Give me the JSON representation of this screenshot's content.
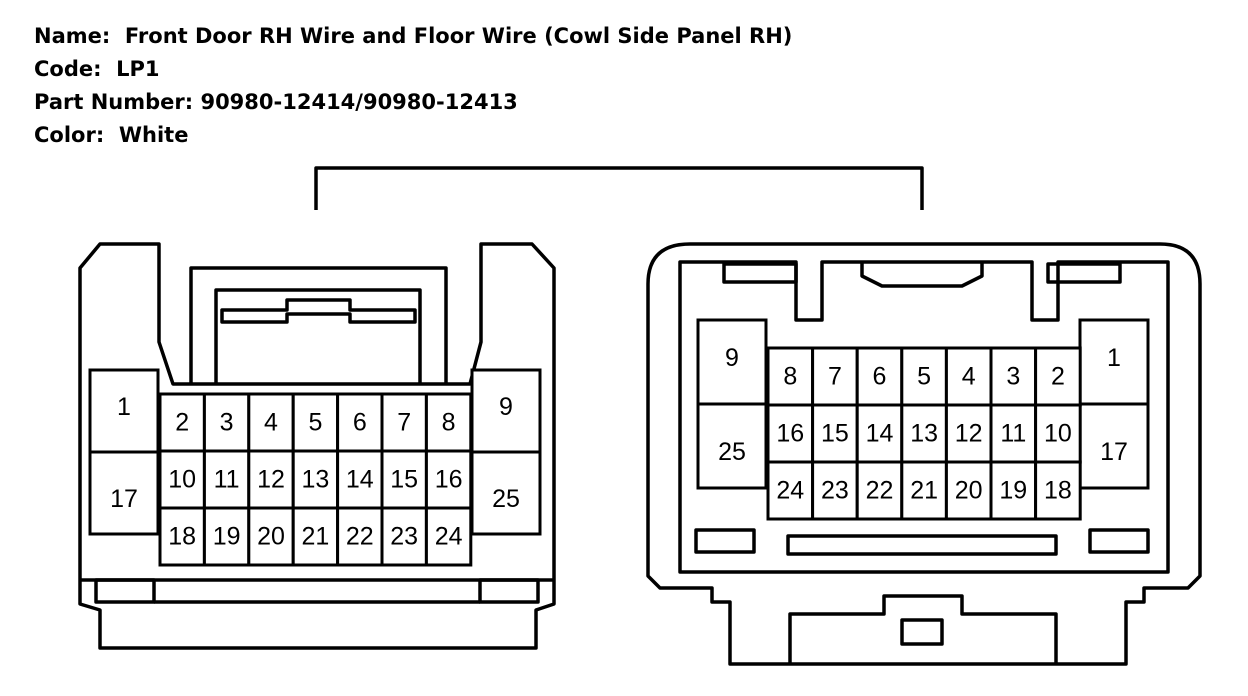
{
  "connector": {
    "name_label": "Name:",
    "name": "Front Door RH Wire and Floor Wire (Cowl Side Panel RH)",
    "code_label": "Code:",
    "code": "LP1",
    "part_label": "Part Number:",
    "part_number": "90980-12414/90980-12413",
    "color_label": "Color:",
    "color": "White"
  },
  "left_view": {
    "side_top": [
      "1",
      "9"
    ],
    "side_bottom": [
      "17",
      "25"
    ],
    "row1": [
      "2",
      "3",
      "4",
      "5",
      "6",
      "7",
      "8"
    ],
    "row2": [
      "10",
      "11",
      "12",
      "13",
      "14",
      "15",
      "16"
    ],
    "row3": [
      "18",
      "19",
      "20",
      "21",
      "22",
      "23",
      "24"
    ]
  },
  "right_view": {
    "side_top": [
      "9",
      "1"
    ],
    "side_bottom": [
      "25",
      "17"
    ],
    "row1": [
      "8",
      "7",
      "6",
      "5",
      "4",
      "3",
      "2"
    ],
    "row2": [
      "16",
      "15",
      "14",
      "13",
      "12",
      "11",
      "10"
    ],
    "row3": [
      "24",
      "23",
      "22",
      "21",
      "20",
      "19",
      "18"
    ]
  }
}
